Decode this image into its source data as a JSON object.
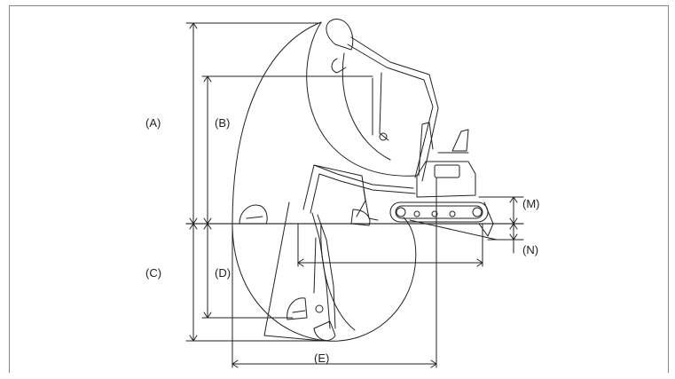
{
  "labels": {
    "A": "(A)",
    "B": "(B)",
    "C": "(C)",
    "D": "(D)",
    "E": "(E)",
    "M": "(M)",
    "N": "(N)"
  },
  "colors": {
    "line": "#222222",
    "ground": "#333333",
    "frame": "#888888"
  }
}
